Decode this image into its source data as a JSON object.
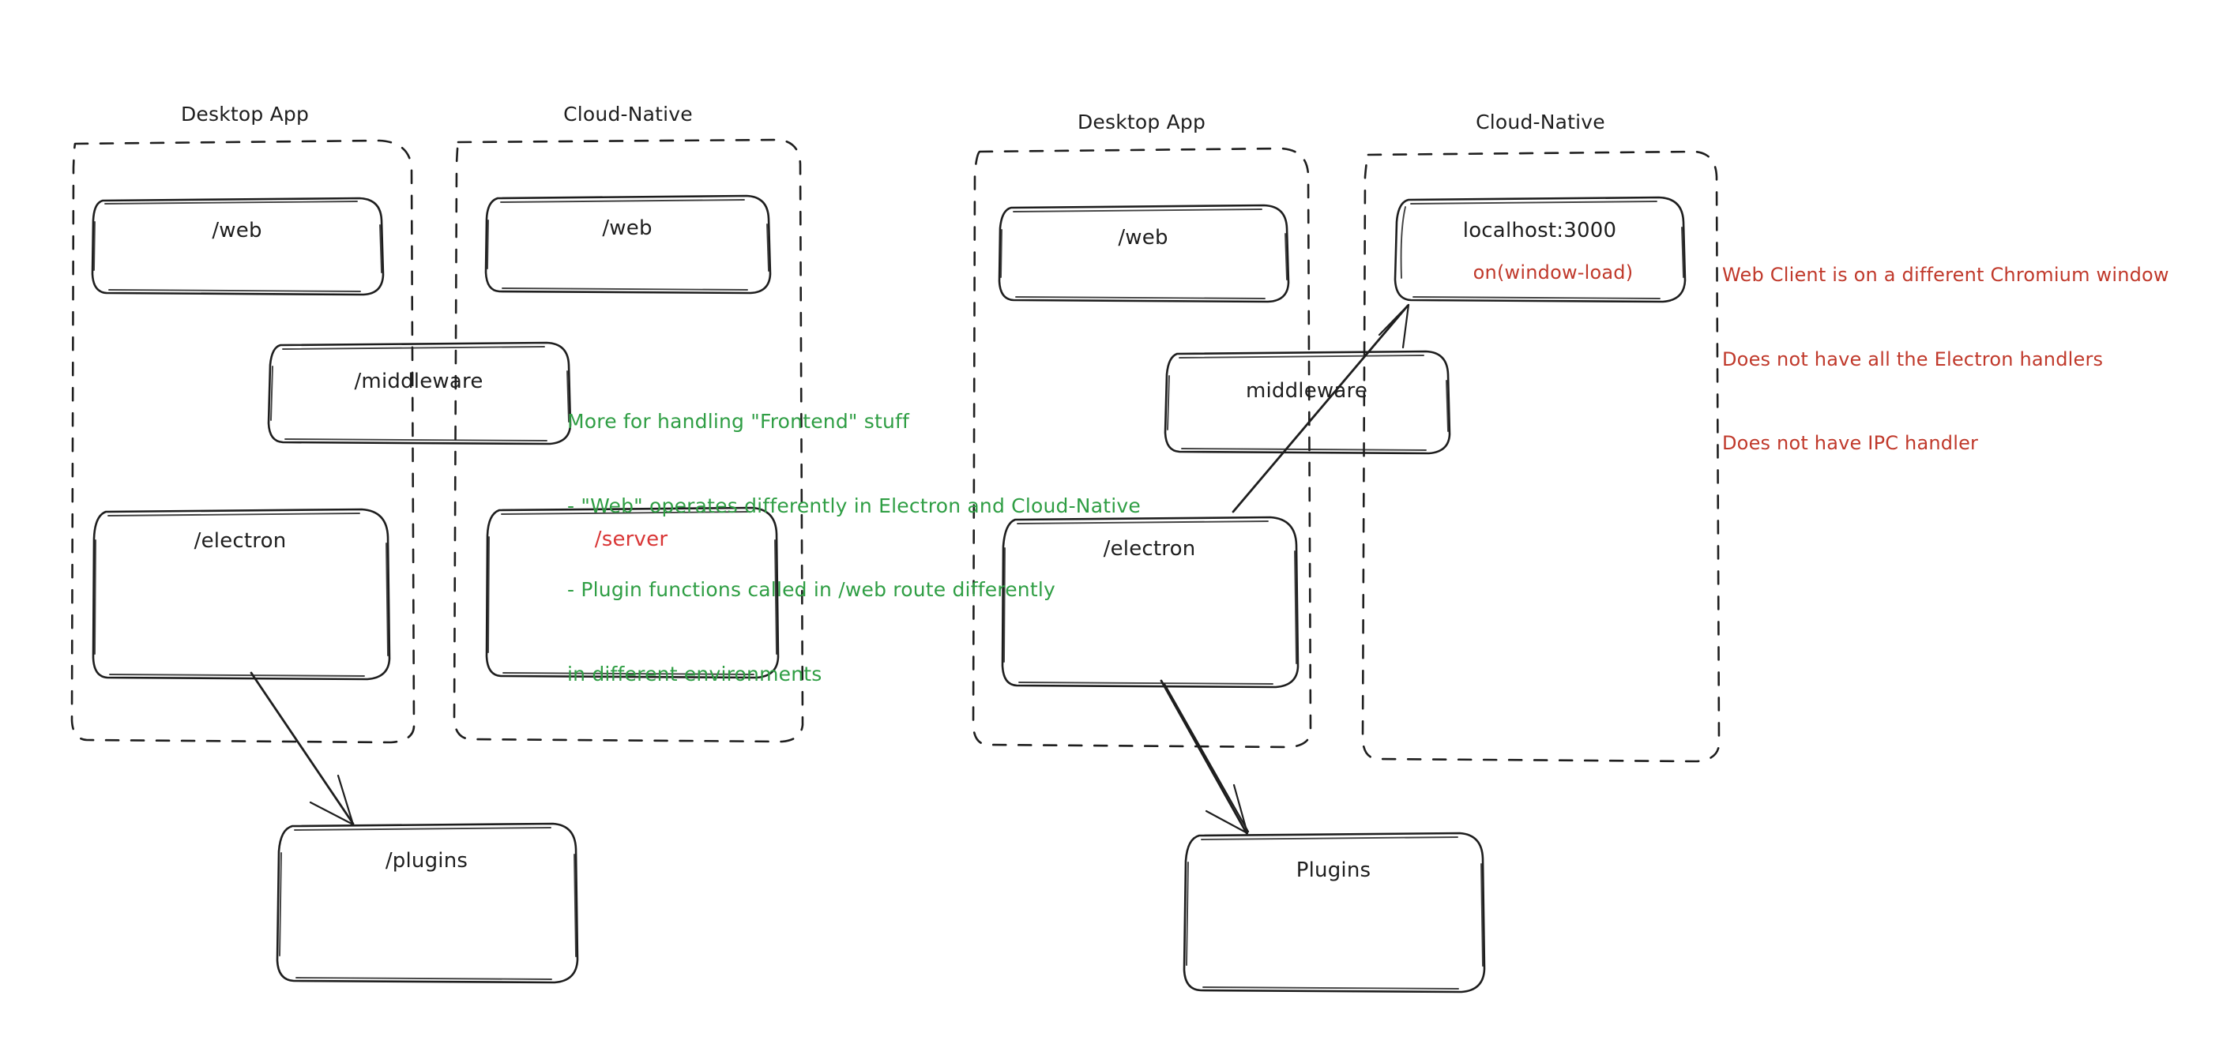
{
  "diagram": {
    "title": "Desktop App vs Cloud-Native architecture sketch",
    "style": "hand-drawn",
    "background": "#ffffff",
    "colors": {
      "stroke": "#1e1e1e",
      "green": "#2f9e44",
      "red": "#c0392b",
      "red_label": "#d93636"
    }
  },
  "left_diagram": {
    "groups": [
      {
        "id": "left-desktop-app",
        "label": "Desktop App"
      },
      {
        "id": "left-cloud-native",
        "label": "Cloud-Native"
      }
    ],
    "nodes": [
      {
        "id": "left-desktop-web",
        "label": "/web",
        "color": "#1e1e1e"
      },
      {
        "id": "left-cloud-web",
        "label": "/web",
        "color": "#1e1e1e"
      },
      {
        "id": "left-middleware",
        "label": "/middleware",
        "color": "#1e1e1e"
      },
      {
        "id": "left-electron",
        "label": "/electron",
        "color": "#1e1e1e"
      },
      {
        "id": "left-server",
        "label": "/server",
        "color": "#d93636"
      },
      {
        "id": "left-plugins",
        "label": "/plugins",
        "color": "#1e1e1e"
      }
    ],
    "arrows": [
      {
        "id": "left-electron-to-plugins",
        "from": "/electron",
        "to": "/plugins"
      }
    ]
  },
  "right_diagram": {
    "groups": [
      {
        "id": "right-desktop-app",
        "label": "Desktop App"
      },
      {
        "id": "right-cloud-native",
        "label": "Cloud-Native"
      }
    ],
    "nodes": [
      {
        "id": "right-desktop-web",
        "label": "/web",
        "color": "#1e1e1e"
      },
      {
        "id": "right-localhost",
        "label": "localhost:3000",
        "sublabel": "on(window-load)",
        "color": "#1e1e1e",
        "sublabel_color": "#c0392b"
      },
      {
        "id": "right-middleware",
        "label": "middleware",
        "color": "#1e1e1e"
      },
      {
        "id": "right-electron",
        "label": "/electron",
        "color": "#1e1e1e"
      },
      {
        "id": "right-plugins",
        "label": "Plugins",
        "color": "#1e1e1e"
      }
    ],
    "arrows": [
      {
        "id": "right-electron-to-localhost",
        "from": "/electron",
        "to": "localhost:3000"
      },
      {
        "id": "right-electron-to-plugins",
        "from": "/electron",
        "to": "Plugins"
      }
    ]
  },
  "notes": {
    "green_note": {
      "color": "#2f9e44",
      "lines": [
        "More for handling \"Frontend\" stuff",
        "- \"Web\" operates differently in Electron and Cloud-Native",
        "- Plugin functions called in /web route differently",
        "in different environments"
      ]
    },
    "red_note": {
      "color": "#c0392b",
      "lines": [
        "Web Client is on a different Chromium window",
        "Does not have all the Electron handlers",
        "Does not have IPC handler"
      ]
    }
  }
}
